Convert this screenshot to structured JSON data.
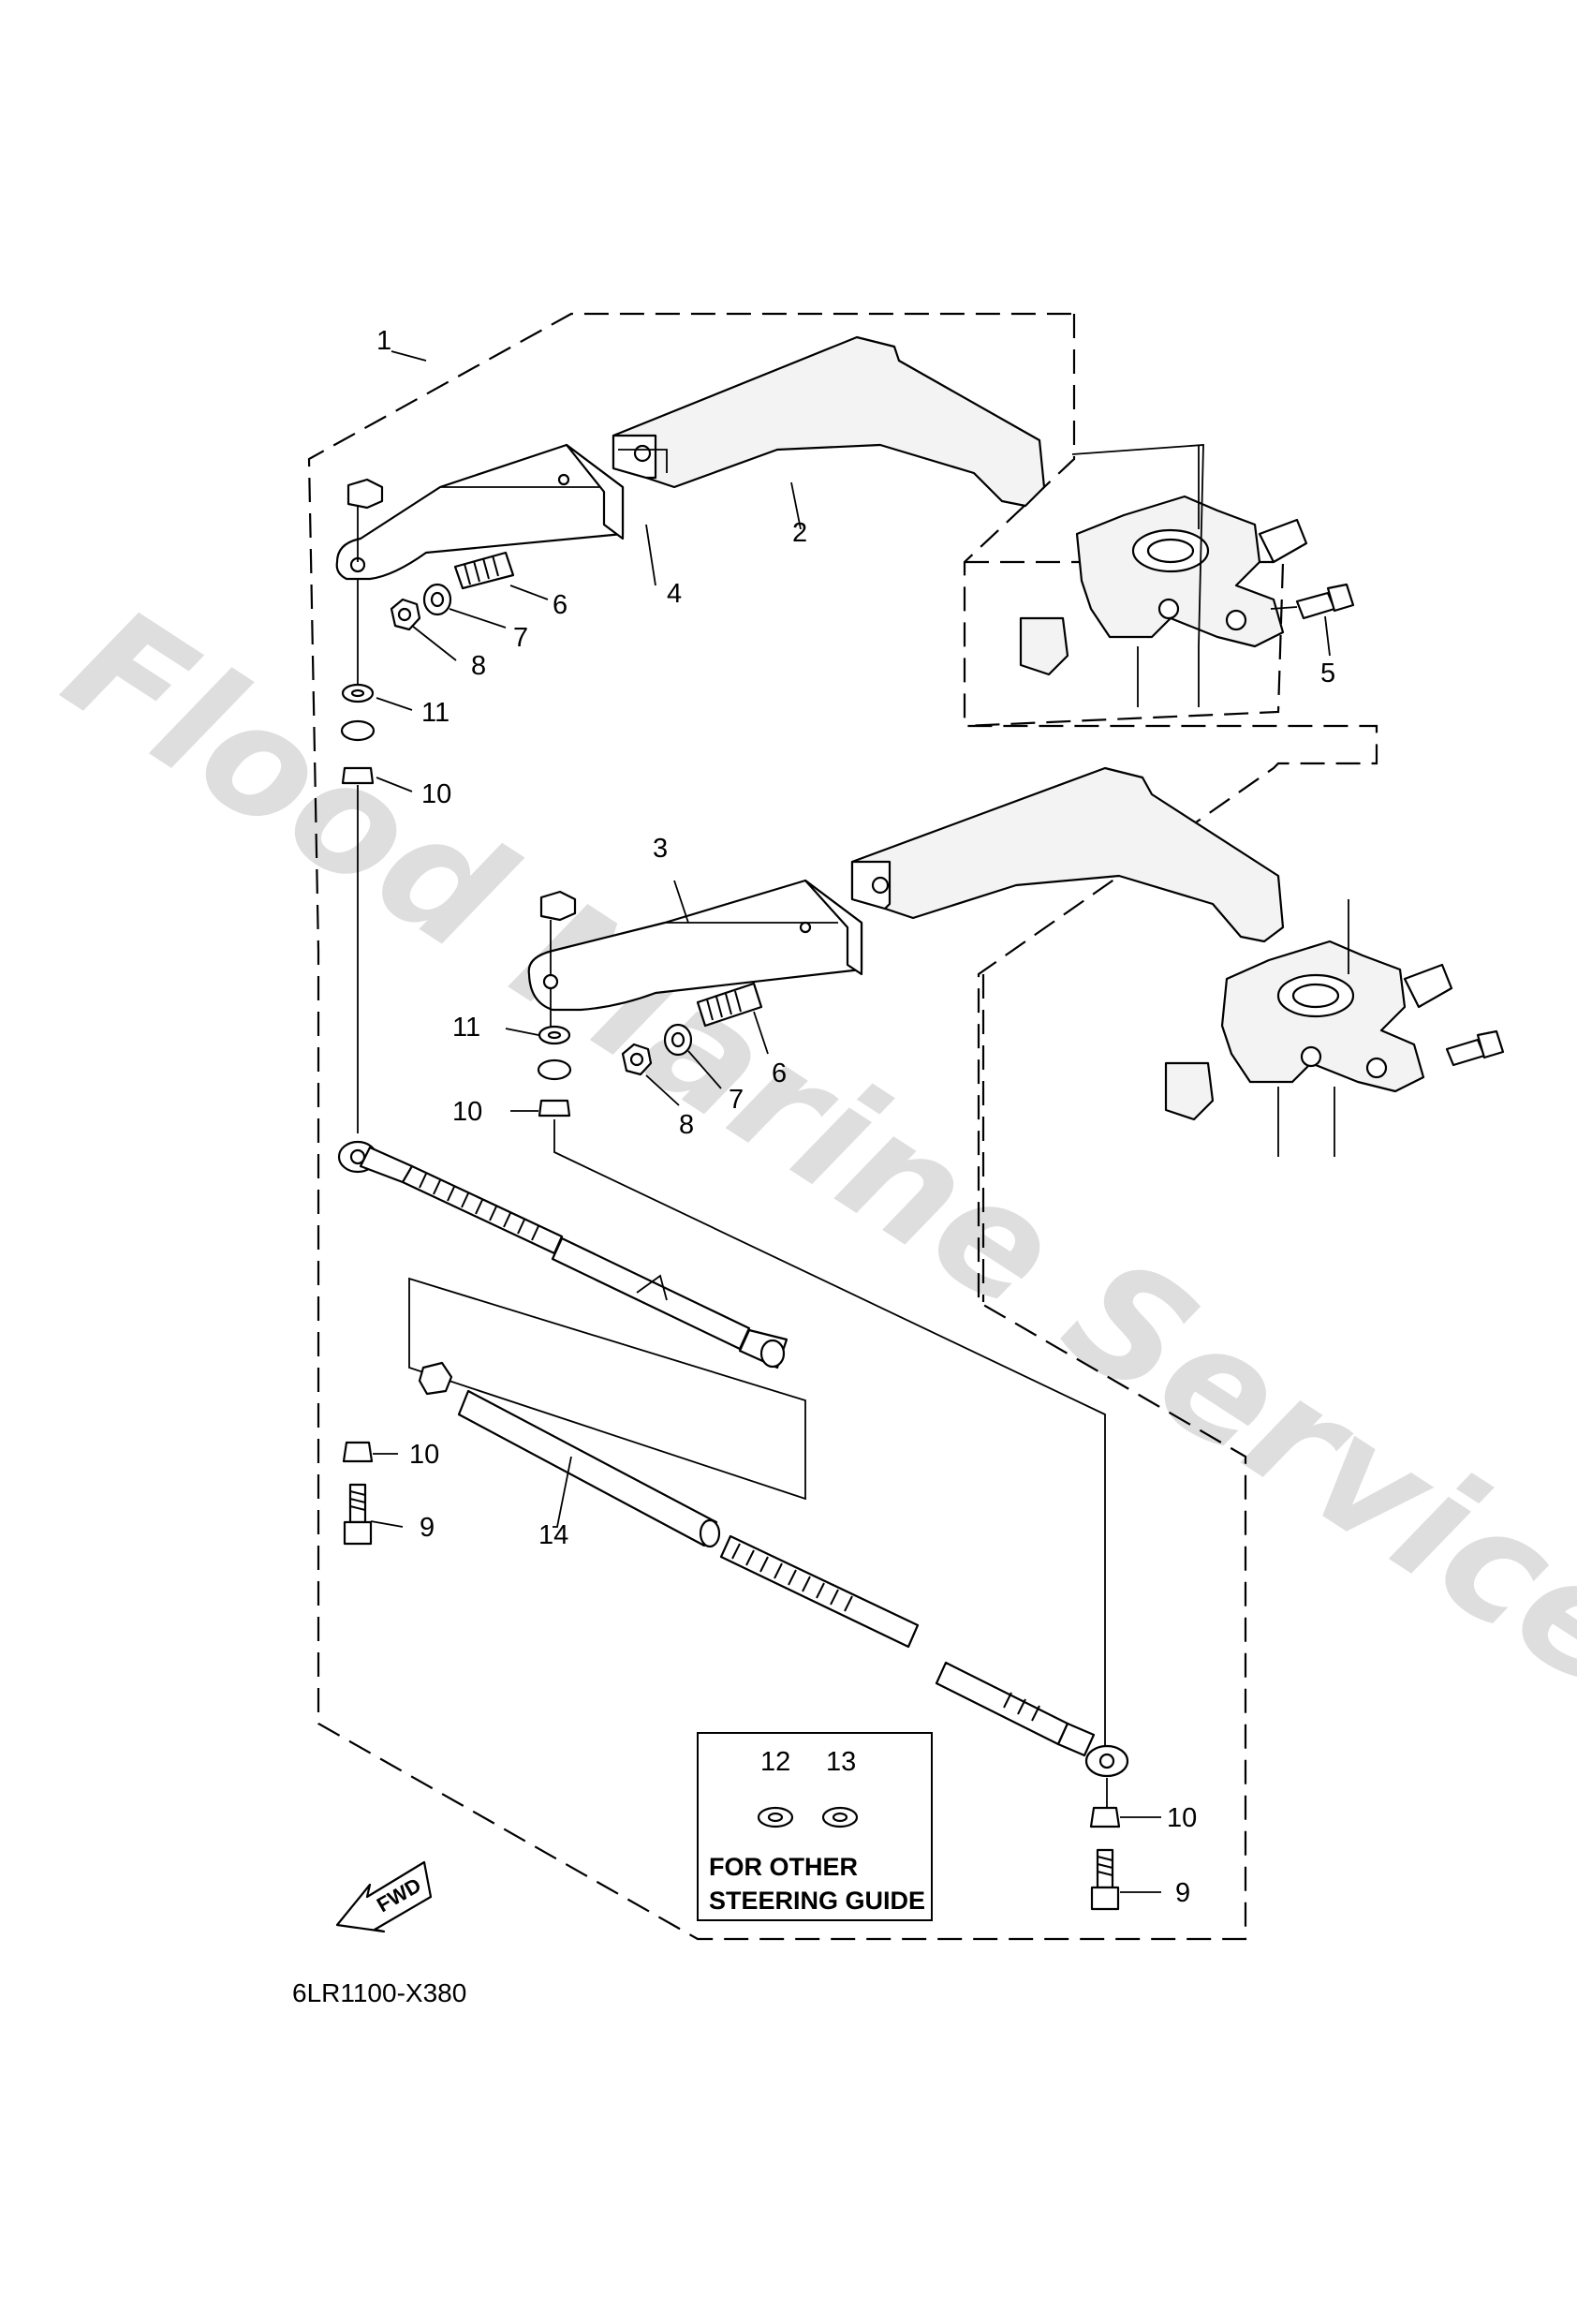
{
  "diagram_code": "6LR1100-X380",
  "watermark": "Flood Marine Services",
  "fwd_label": "FWD",
  "note_box": {
    "line1": "FOR OTHER",
    "line2": "STEERING GUIDE"
  },
  "callouts": {
    "c1": "1",
    "c2": "2",
    "c3": "3",
    "c4": "4",
    "c5": "5",
    "c6a": "6",
    "c6b": "6",
    "c7a": "7",
    "c7b": "7",
    "c8a": "8",
    "c8b": "8",
    "c9a": "9",
    "c9b": "9",
    "c10a": "10",
    "c10b": "10",
    "c10c": "10",
    "c10d": "10",
    "c11a": "11",
    "c11b": "11",
    "c12": "12",
    "c13": "13",
    "c14": "14"
  }
}
